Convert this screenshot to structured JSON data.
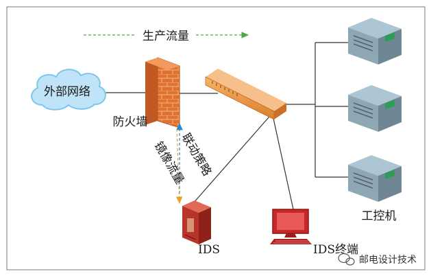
{
  "labels": {
    "flow": "生产流量",
    "cloud": "外部网络",
    "firewall": "防火墙",
    "linkage": "联动策略",
    "mirror": "镜像流量",
    "ids": "IDS",
    "ids_terminal": "IDS终端",
    "industrial_pc": "工控机"
  },
  "watermark": "邮电设计技术",
  "colors": {
    "frame": "#7a7a7a",
    "line": "#333333",
    "flow_arrow": "#4aa84a",
    "linkage_arrow": "#2a86d6",
    "mirror_arrow": "#e8a033",
    "brick": "#e0722f",
    "switch": "#f0a050",
    "ids_box": "#b8342a",
    "terminal": "#c62828",
    "cloud_fill": "#bfe3f7",
    "cloud_stroke": "#7cc6ee",
    "server_top": "#aec6d4",
    "server_front": "#8fa7b5",
    "server_side": "#6f8795",
    "server_card": "#2f9d5a"
  }
}
